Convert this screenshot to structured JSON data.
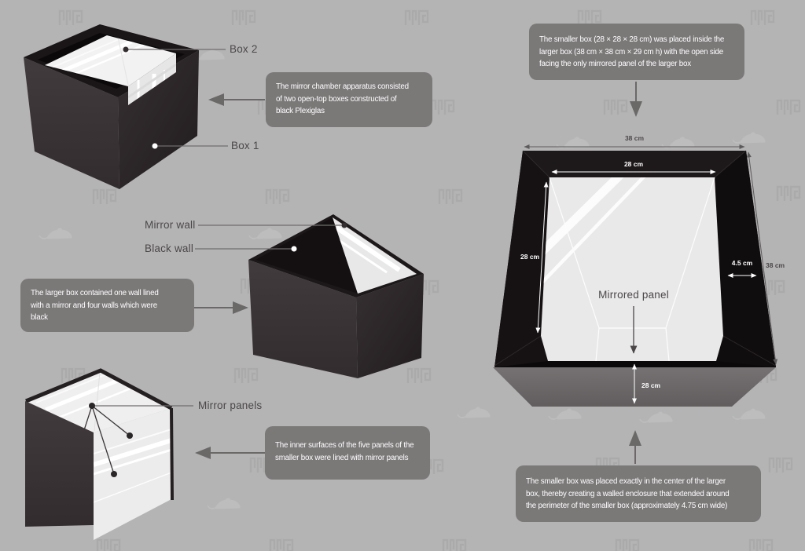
{
  "palette": {
    "background": "#b5b4b4",
    "callout_bg": "#7b7878",
    "callout_text": "#ffffff",
    "box_black": "#141013",
    "box_dark_face": "#3a3436",
    "mirror_white": "#f2f1f1",
    "label_color": "#4b4748",
    "watermark_logo": "#a8a7a7",
    "watermark_mouse": "#bfbebe"
  },
  "watermarks": {
    "logo": "me-monogram-logo",
    "animal": "mouse-silhouette"
  },
  "callouts": {
    "apparatus": "The mirror chamber apparatus consisted\nof two open-top boxes constructed of\nblack Plexiglas",
    "larger_box": "The larger box contained one wall lined\nwith a mirror and four walls which were\nblack",
    "smaller_box": "The inner surfaces of the five panels of the\nsmaller box were lined with mirror panels",
    "placement": "The smaller box (28 × 28 × 28 cm) was placed inside the\nlarger box (38 cm × 38 cm × 29 cm h) with the open side\nfacing the only mirrored panel of the larger box",
    "centering": "The smaller box was placed exactly in the center of the larger\nbox, thereby creating a walled enclosure that extended around\nthe perimeter of the smaller box (approximately 4.75 cm wide)"
  },
  "figures": {
    "box1": {
      "labels": {
        "box2": "Box 2",
        "box1": "Box 1"
      }
    },
    "larger_box": {
      "labels": {
        "mirror_wall": "Mirror wall",
        "black_wall": "Black wall"
      }
    },
    "smaller_box": {
      "labels": {
        "mirror_panels": "Mirror panels"
      }
    },
    "top_view": {
      "label": "Mirrored panel",
      "measurements": {
        "outer_width": "38 cm",
        "inner_width": "28 cm",
        "inner_depth": "28 cm",
        "gap": "4.5 cm",
        "outer_depth": "38 cm",
        "front_inner": "28 cm"
      }
    }
  }
}
